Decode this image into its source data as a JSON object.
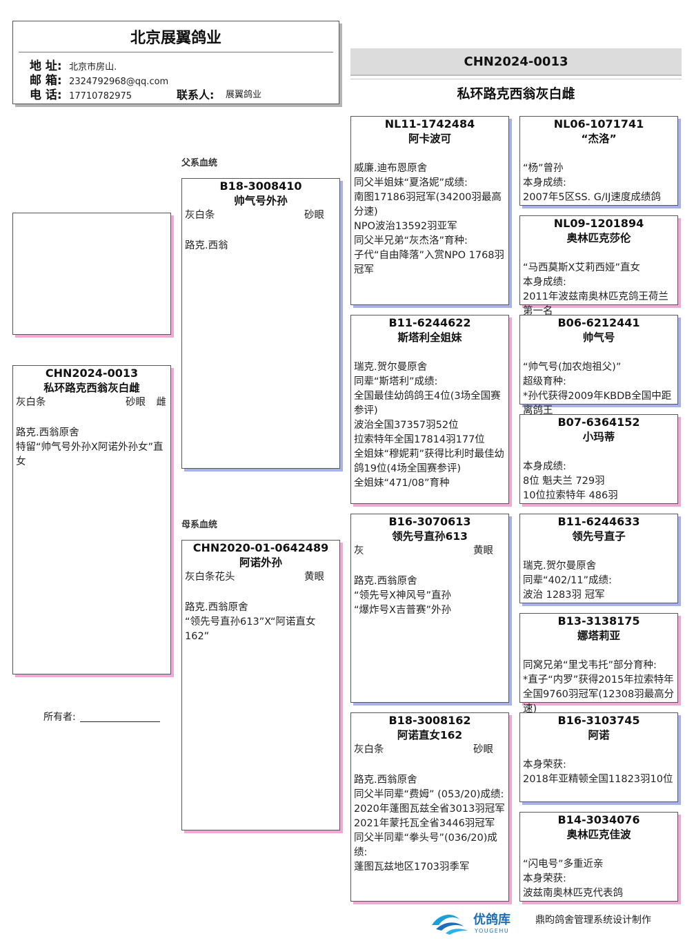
{
  "loft": {
    "title": "北京展翼鸽业",
    "address_key": "地 址:",
    "address": "北京市房山.",
    "email_key": "邮 箱:",
    "email": "2324792968@qq.com",
    "phone_key": "电 话:",
    "phone": "17710782975",
    "contact_key": "联系人:",
    "contact": "展翼鸽业"
  },
  "subject_bar": {
    "ring": "CHN2024-0013",
    "name": "私环路克西翁灰白雌"
  },
  "labels": {
    "sire_line": "父系血统",
    "dam_line": "母系血统",
    "owner": "所有者:"
  },
  "footer": {
    "brand": "优鸽库",
    "brand_en": "YOUGEHU",
    "text": "鼎昀鸽舍管理系统设计制作"
  },
  "cards": {
    "subject": {
      "ring": "CHN2024-0013",
      "name": "私环路克西翁灰白雌",
      "color": "灰白条",
      "eye": "砂眼",
      "sex": "雌",
      "notes": [
        "路克.西翁原舍",
        "特留“帅气号外孙X阿诺外孙女”直女"
      ]
    },
    "sire": {
      "ring": "B18-3008410",
      "name": "帅气号外孙",
      "color": "灰白条",
      "eye": "砂眼",
      "notes": [
        "路克.西翁"
      ]
    },
    "dam": {
      "ring": "CHN2020-01-0642489",
      "name": "阿诺外孙",
      "color": "灰白条花头",
      "eye": "黄眼",
      "notes": [
        "路克.西翁原舍",
        "“领先号直孙613”X“阿诺直女162”"
      ]
    },
    "ss": {
      "ring": "NL11-1742484",
      "name": "阿卡波可",
      "notes": [
        "威廉.迪布恩原舍",
        "同父半姐妹“夏洛妮”成绩:",
        "南图17186羽冠军(34200羽最高分速)",
        "NPO波治13592羽亚军",
        "同父半兄弟“灰杰洛”育种:",
        "子代“自由降落”入赏NPO 1768羽冠军"
      ]
    },
    "sd": {
      "ring": "B11-6244622",
      "name": "斯塔利全姐妹",
      "notes": [
        "瑞克.贺尔曼原舍",
        "同辈“斯塔利”成绩:",
        "全国最佳幼鸽鸽王4位(3场全国赛参评)",
        "波治全国37357羽52位",
        "拉索特年全国17814羽177位",
        "全姐妹“穆妮莉”获得比利时最佳幼鸽19位(4场全国赛参评)",
        "全姐妹“471/08”育种"
      ]
    },
    "ds": {
      "ring": "B16-3070613",
      "name": "领先号直孙613",
      "color": "灰",
      "eye": "黄眼",
      "notes": [
        "路克.西翁原舍",
        "“领先号X神风号”直孙",
        "“爆炸号X吉普赛”外孙"
      ]
    },
    "dd": {
      "ring": "B18-3008162",
      "name": "阿诺直女162",
      "color": "灰白条",
      "eye": "砂眼",
      "notes": [
        "路克.西翁原舍",
        "同父半同辈“费姆” (053/20)成绩:",
        "2020年蓬图瓦兹全省3013羽冠军",
        "2021年蒙托瓦全省3446羽冠军",
        "同父半同辈“拳头号”(036/20)成绩:",
        "蓬图瓦兹地区1703羽季军"
      ]
    },
    "sss": {
      "ring": "NL06-1071741",
      "name": "“杰洛”",
      "notes": [
        "“杨”曾孙",
        "本身成绩:",
        "2007年5区SS. G/IJ速度成绩鸽"
      ]
    },
    "ssd": {
      "ring": "NL09-1201894",
      "name": "奥林匹克莎伦",
      "notes": [
        "“马西莫斯X艾莉西娅”直女",
        "本身成绩:",
        "2011年波兹南奥林匹克鸽王荷兰第一名"
      ]
    },
    "sds": {
      "ring": "B06-6212441",
      "name": "帅气号",
      "notes": [
        "“帅气号(加农炮祖父)”",
        "超级育种:",
        "*孙代获得2009年KBDB全国中距离鸽王"
      ]
    },
    "sdd": {
      "ring": "B07-6364152",
      "name": "小玛蒂",
      "notes": [
        "本身成绩:",
        "8位 魁夫兰 729羽",
        "10位拉索特年 486羽"
      ]
    },
    "dss": {
      "ring": "B11-6244633",
      "name": "领先号直子",
      "notes": [
        "瑞克.贺尔曼原舍",
        "同辈“402/11”成绩:",
        "波治 1283羽 冠军"
      ]
    },
    "dsd": {
      "ring": "B13-3138175",
      "name": "娜塔莉亚",
      "notes": [
        "同窝兄弟“里戈韦托”部分育种:",
        "*直子“内罗”获得2015年拉索特年全国9760羽冠军(12308羽最高分速)"
      ]
    },
    "dds": {
      "ring": "B16-3103745",
      "name": "阿诺",
      "notes": [
        "本身荣获:",
        "2018年亚精顿全国11823羽10位"
      ]
    },
    "ddd": {
      "ring": "B14-3034076",
      "name": "奥林匹克佳波",
      "notes": [
        "“闪电号”多重近亲",
        "本身荣获:",
        "波兹南奥林匹克代表鸽"
      ]
    }
  }
}
